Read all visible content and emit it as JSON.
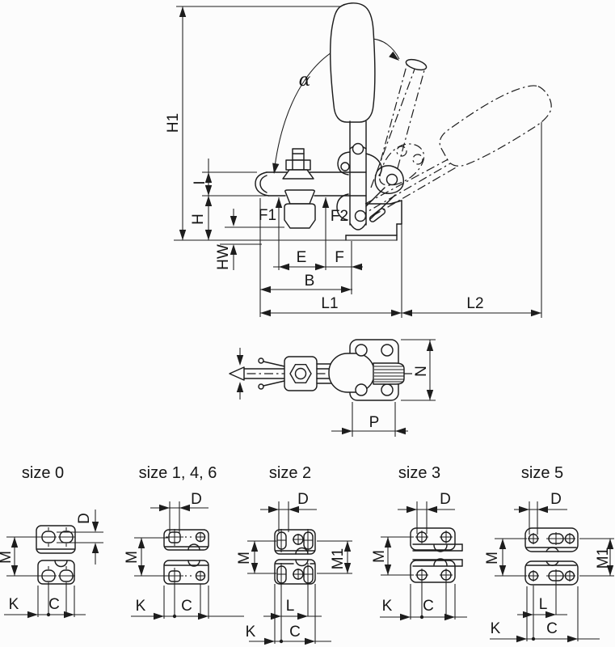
{
  "colors": {
    "line": "#1d1d1d",
    "background": "#fcfcfc"
  },
  "main": {
    "h1": "H1",
    "alpha": "α",
    "i": "I",
    "h": "H",
    "hw": "HW",
    "f1": "F1",
    "f2": "F2",
    "e": "E",
    "f": "F",
    "b": "B",
    "l1": "L1",
    "l2": "L2"
  },
  "top_view": {
    "n": "N",
    "p": "P"
  },
  "sizes": [
    {
      "title": "size 0",
      "d": "D",
      "m": "M",
      "k": "K",
      "c": "C"
    },
    {
      "title": "size 1, 4, 6",
      "d": "D",
      "m": "M",
      "k": "K",
      "c": "C"
    },
    {
      "title": "size 2",
      "d": "D",
      "m": "M",
      "m1": "M1",
      "l": "L",
      "k": "K",
      "c": "C"
    },
    {
      "title": "size 3",
      "d": "D",
      "m": "M",
      "k": "K",
      "c": "C"
    },
    {
      "title": "size 5",
      "d": "D",
      "m": "M",
      "m1": "M1",
      "l": "L",
      "k": "K",
      "c": "C"
    }
  ]
}
